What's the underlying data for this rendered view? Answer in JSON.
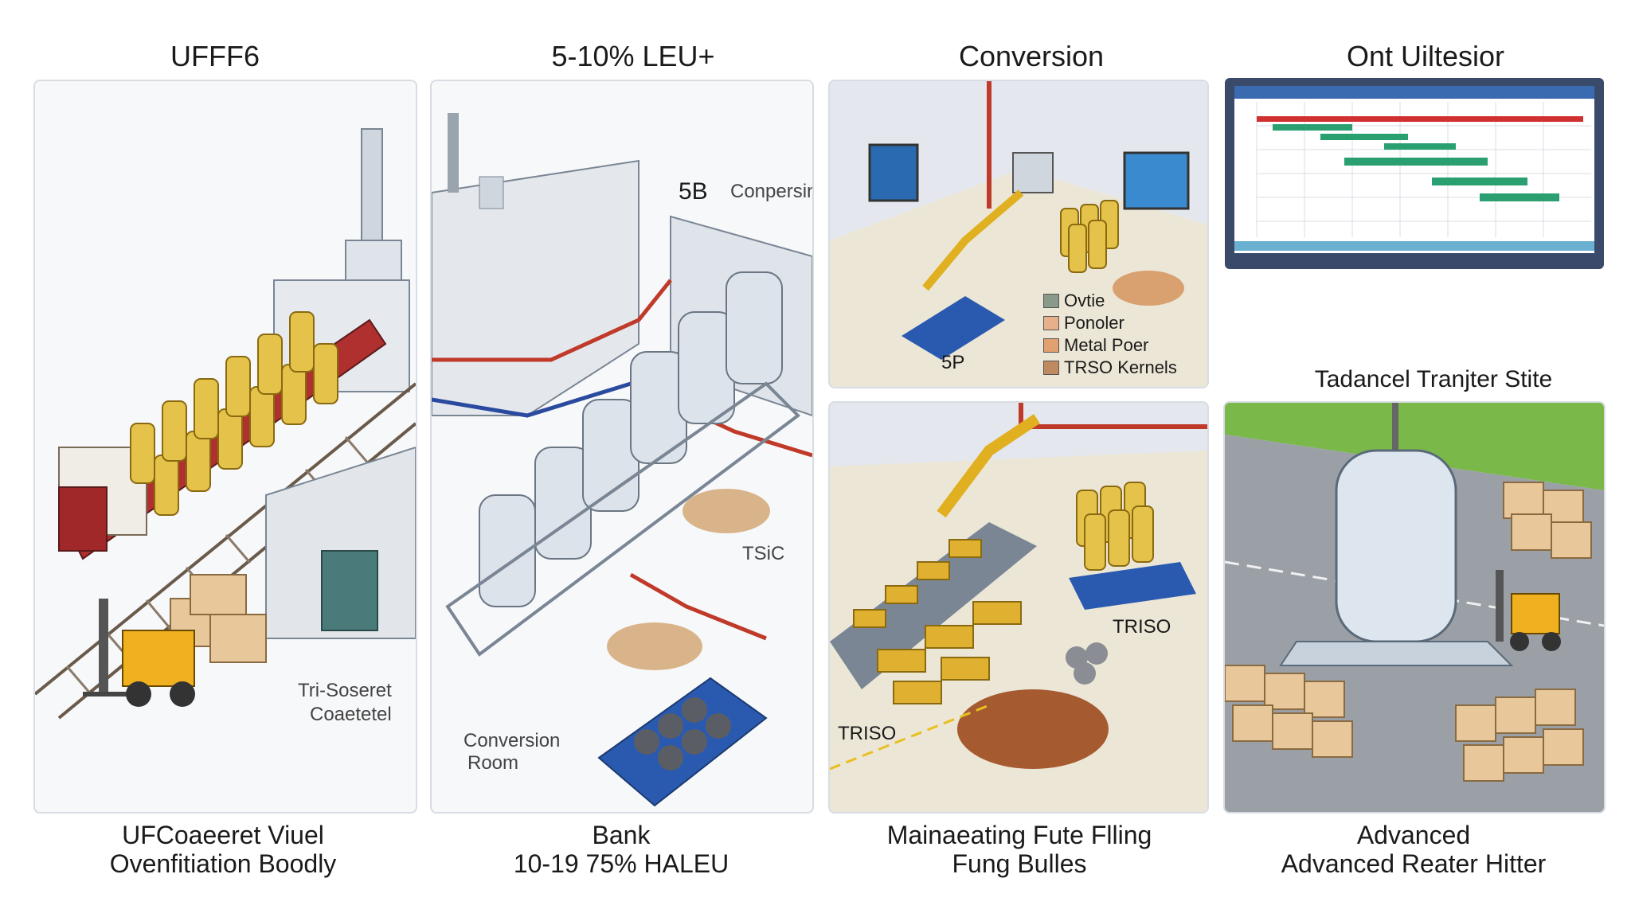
{
  "columns": [
    {
      "title": "UFFF6",
      "caption_line1": "UFCoaeeret Viuel",
      "caption_line2": "Ovenfitiation Boodly",
      "labels": {
        "storage_line1": "Tri-Soseret",
        "storage_line2": "Coaetetel"
      }
    },
    {
      "title": "5-10% LEU+",
      "caption_line1": "Bank",
      "caption_line2": "10-19 75% HALEU",
      "labels": {
        "tag_5b": "5B",
        "tag_conversion": "Conpersin",
        "tag_tsic": "TSiC",
        "room_line1": "Conversion",
        "room_line2": "Room"
      }
    },
    {
      "title": "Conversion",
      "caption_line1": "Mainaeating Fute Flling",
      "caption_line2": "Fung Bulles",
      "labels": {
        "tag_5p": "5P",
        "tag_triso_a": "TRISO",
        "tag_triso_b": "TRISO"
      },
      "legend": [
        {
          "label": "Ovtie",
          "color": "#8a9a8a"
        },
        {
          "label": "Ponoler",
          "color": "#e8b08a"
        },
        {
          "label": "Metal Poer",
          "color": "#e0a070"
        },
        {
          "label": "TRSO Kernels",
          "color": "#c08a60"
        }
      ]
    },
    {
      "title": "Ont Uiltesior",
      "caption_line1": "Advanced",
      "caption_line2": "Advanced Reater Hitter",
      "labels": {
        "site": "Tadancel Tranjter Stite"
      }
    }
  ]
}
